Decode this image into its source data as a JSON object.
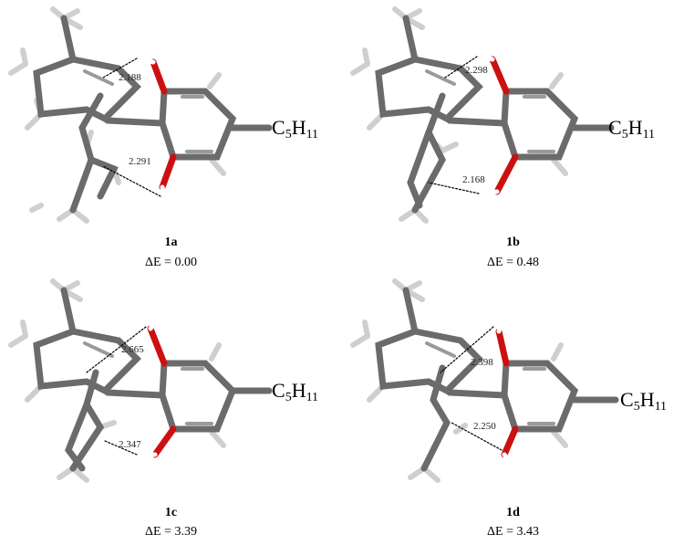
{
  "substituent": {
    "base": "C",
    "sub1": "5",
    "mid": "H",
    "sub2": "11"
  },
  "panels": [
    {
      "name": "1a",
      "energy": "ΔE = 0.00",
      "d1": "2.188",
      "d2": "2.291"
    },
    {
      "name": "1b",
      "energy": "ΔE = 0.48",
      "d1": "2.298",
      "d2": "2.168"
    },
    {
      "name": "1c",
      "energy": "ΔE = 3.39",
      "d1": "2.665",
      "d2": "2.347"
    },
    {
      "name": "1d",
      "energy": "ΔE = 3.43",
      "d1": "2.398",
      "d2": "2.250"
    }
  ],
  "colors": {
    "carbon": "#6b6b6b",
    "hydrogen": "#d0d0d0",
    "oxygen": "#cc1010",
    "hbond": "#000000"
  }
}
